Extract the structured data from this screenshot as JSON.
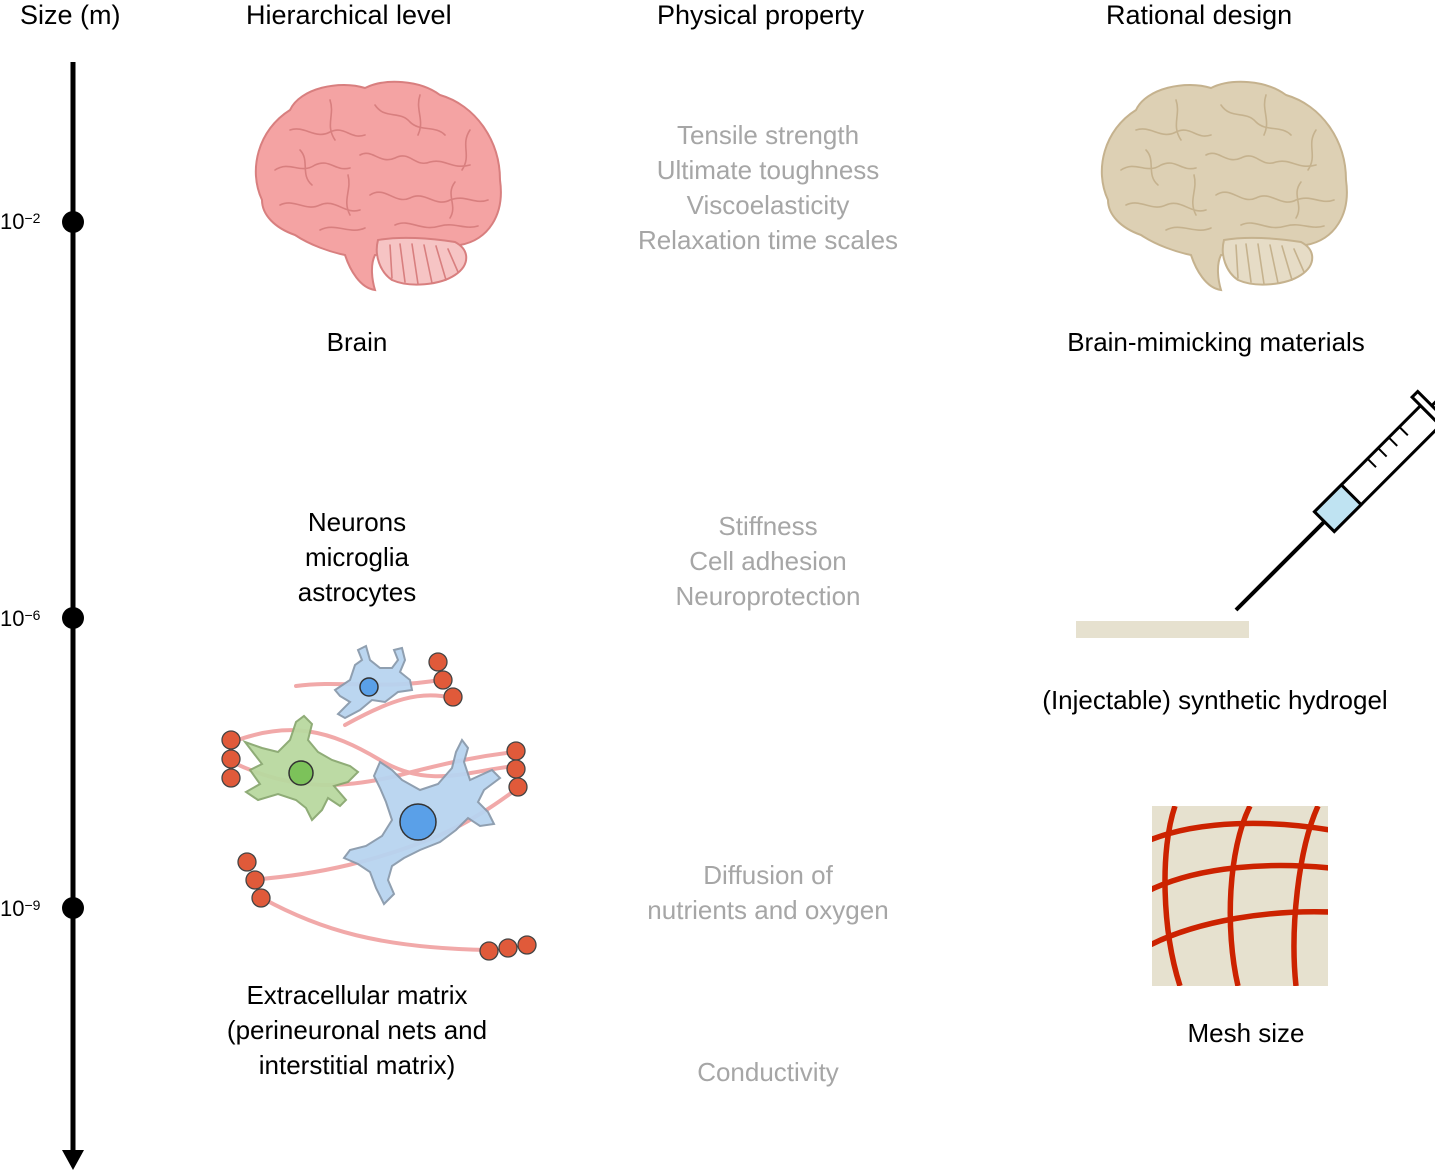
{
  "headers": {
    "size": "Size (m)",
    "hierarchical": "Hierarchical level",
    "physical": "Physical property",
    "rational": "Rational design"
  },
  "scale_ticks": [
    {
      "base": "10",
      "exp": "−2"
    },
    {
      "base": "10",
      "exp": "−6"
    },
    {
      "base": "10",
      "exp": "−9"
    }
  ],
  "hierarchical_labels": {
    "brain": "Brain",
    "cells": [
      "Neurons",
      "microglia",
      "astrocytes"
    ],
    "ecm": [
      "Extracellular matrix",
      "(perineuronal nets and",
      "interstitial matrix)"
    ]
  },
  "physical_properties": {
    "brain_level": [
      "Tensile strength",
      "Ultimate toughness",
      "Viscoelasticity",
      "Relaxation time scales"
    ],
    "cell_level": [
      "Stiffness",
      "Cell adhesion",
      "Neuroprotection"
    ],
    "matrix_level": [
      "Diffusion of",
      "nutrients and oxygen"
    ],
    "bottom": "Conductivity"
  },
  "rational_design": {
    "brain_mimic": "Brain-mimicking materials",
    "hydrogel": "(Injectable) synthetic hydrogel",
    "mesh": "Mesh size"
  },
  "icons": {
    "brain_pink": "brain-icon",
    "brain_beige": "brain-icon",
    "syringe": "syringe-icon",
    "mesh": "mesh-grid-icon",
    "cells": "neural-cells-illustration"
  },
  "colors": {
    "brain_pink": "#f4a3a3",
    "brain_pink_line": "#d87f7f",
    "brain_beige": "#ddd0b4",
    "brain_beige_line": "#c5b28e",
    "property_text": "#a6a6a6",
    "astrocyte_blue": "#b8d4f0",
    "nucleus_blue": "#5aa0e8",
    "microglia_green": "#b9d9a0",
    "nucleus_green": "#7cc25a",
    "ecm_red": "#e05a3a",
    "ecm_fiber": "#f0a0a0",
    "hydrogel": "#e6e1cf",
    "mesh_red": "#cc2200",
    "syringe_fluid": "#bfe3f2"
  }
}
